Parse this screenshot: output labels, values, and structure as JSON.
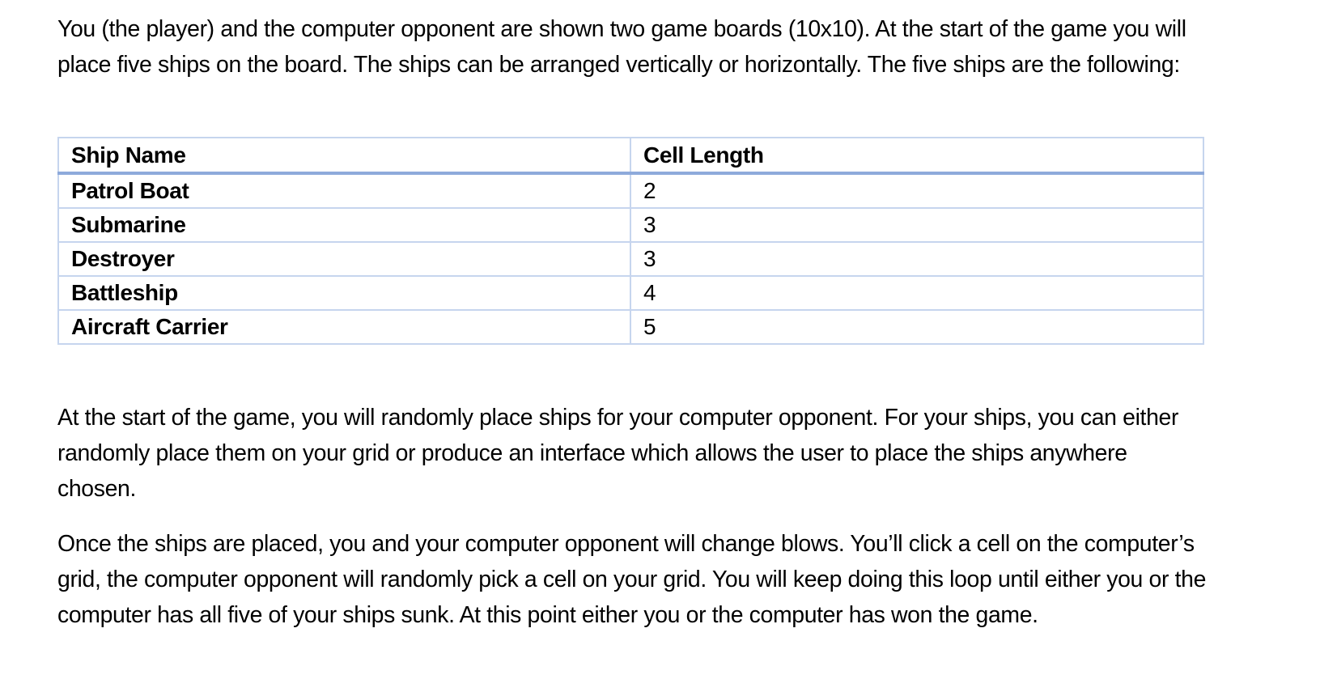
{
  "document": {
    "intro_paragraph": "You (the player) and the computer opponent are shown two game boards (10x10).  At the start of the game you will place five ships on the board.  The ships can be arranged vertically or horizontally.  The five ships are the following:",
    "ship_table": {
      "headers": [
        "Ship Name",
        "Cell Length"
      ],
      "rows": [
        {
          "name": "Patrol Boat",
          "length": "2"
        },
        {
          "name": "Submarine",
          "length": "3"
        },
        {
          "name": "Destroyer",
          "length": "3"
        },
        {
          "name": "Battleship",
          "length": "4"
        },
        {
          "name": "Aircraft Carrier",
          "length": "5"
        }
      ]
    },
    "placement_paragraph": "At the start of the game, you will randomly place ships for your computer opponent.  For your ships, you can either randomly place them on your grid or produce an interface which allows the user to place the ships anywhere chosen.",
    "gameplay_paragraph": "Once the ships are placed, you and your computer opponent will change blows.  You’ll click a cell on the computer’s grid, the computer opponent will randomly pick a cell on your grid.  You will keep doing this loop until either you or the computer has all five of your ships sunk.  At this point either you or the computer has won the game."
  },
  "colors": {
    "table_border": "#c6d5ee",
    "table_header_rule": "#8eaadb",
    "text": "#000000"
  }
}
